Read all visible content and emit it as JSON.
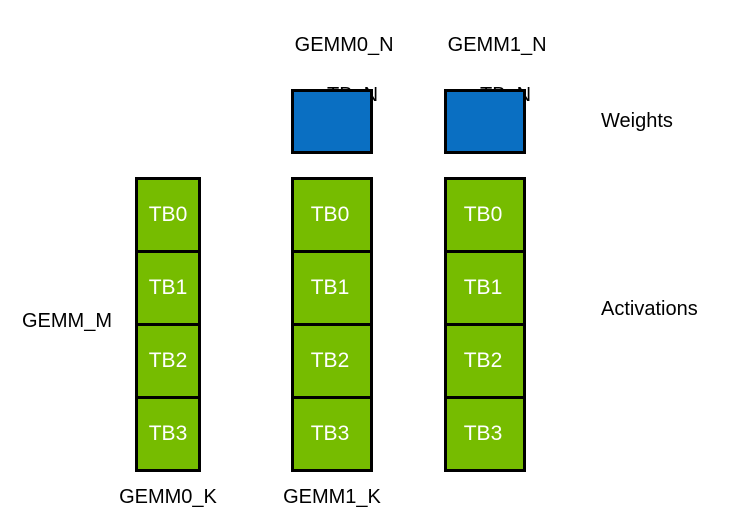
{
  "diagram": {
    "title_labels": {
      "gemm0_n_line1": "GEMM0_N",
      "gemm0_n_line2": "= TB_N",
      "gemm1_n_line1": "GEMM1_N",
      "gemm1_n_line2": "= TB_N"
    },
    "row_labels": {
      "weights": "Weights",
      "activations": "Activations"
    },
    "axis_labels": {
      "gemm_m": "GEMM_M",
      "gemm0_k": "GEMM0_K",
      "gemm1_k": "GEMM1_K"
    },
    "colors": {
      "weights_fill": "#0A6FC2",
      "activations_fill": "#76BC00",
      "border": "#000000",
      "cell_text": "#FFFFFF",
      "background": "#FFFFFF"
    },
    "weight_blocks": [
      {
        "name": "gemm0-weight-block"
      },
      {
        "name": "gemm1-weight-block"
      }
    ],
    "activation_columns": [
      {
        "id": "activation-column-0",
        "cells": [
          "TB0",
          "TB1",
          "TB2",
          "TB3"
        ]
      },
      {
        "id": "activation-column-1",
        "cells": [
          "TB0",
          "TB1",
          "TB2",
          "TB3"
        ]
      },
      {
        "id": "activation-column-2",
        "cells": [
          "TB0",
          "TB1",
          "TB2",
          "TB3"
        ]
      }
    ]
  }
}
